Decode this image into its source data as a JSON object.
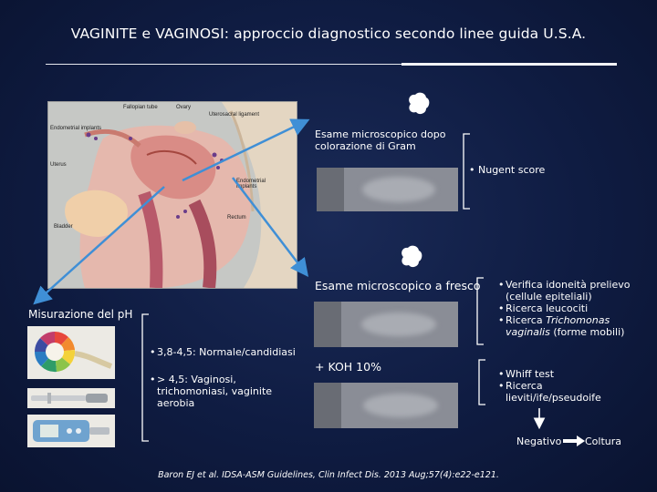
{
  "title": "VAGINITE e VAGINOSI: approccio diagnostico secondo linee guida U.S.A.",
  "anatomy_labels": {
    "fallopian": "Fallopian tube",
    "ovary": "Ovary",
    "uterosacral": "Uterosacral ligament",
    "endo_left": "Endometrial implants",
    "uterus": "Uterus",
    "endo_right": "Endometrial implants",
    "rectum": "Rectum",
    "bladder": "Bladder"
  },
  "gram": {
    "label": "Esame microscopico dopo colorazione di Gram",
    "nugent": "Nugent score"
  },
  "fresco": {
    "label": "Esame microscopico a fresco",
    "items": [
      "Verifica idoneità prelievo (cellule epiteliali)",
      "Ricerca leucociti"
    ],
    "item3_prefix": "Ricerca ",
    "item3_italic": "Trichomonas vaginalis",
    "item3_suffix": " (forme mobili)"
  },
  "koh": {
    "label": "+ KOH 10%",
    "items": [
      "Whiff test",
      "Ricerca lieviti/ife/pseudoife"
    ],
    "negativo": "Negativo",
    "coltura": "Coltura"
  },
  "ph": {
    "label": "Misurazione del pH",
    "items": [
      "3,8-4,5: Normale/candidiasi",
      "> 4,5: Vaginosi, trichomoniasi, vaginite aerobia"
    ]
  },
  "citation": "Baron EJ et al. IDSA-ASM Guidelines, Clin Infect Dis. 2013 Aug;57(4):e22-e121.",
  "colors": {
    "background": "#0f1c42",
    "arrow": "#3f8fd6",
    "text": "#ffffff"
  }
}
